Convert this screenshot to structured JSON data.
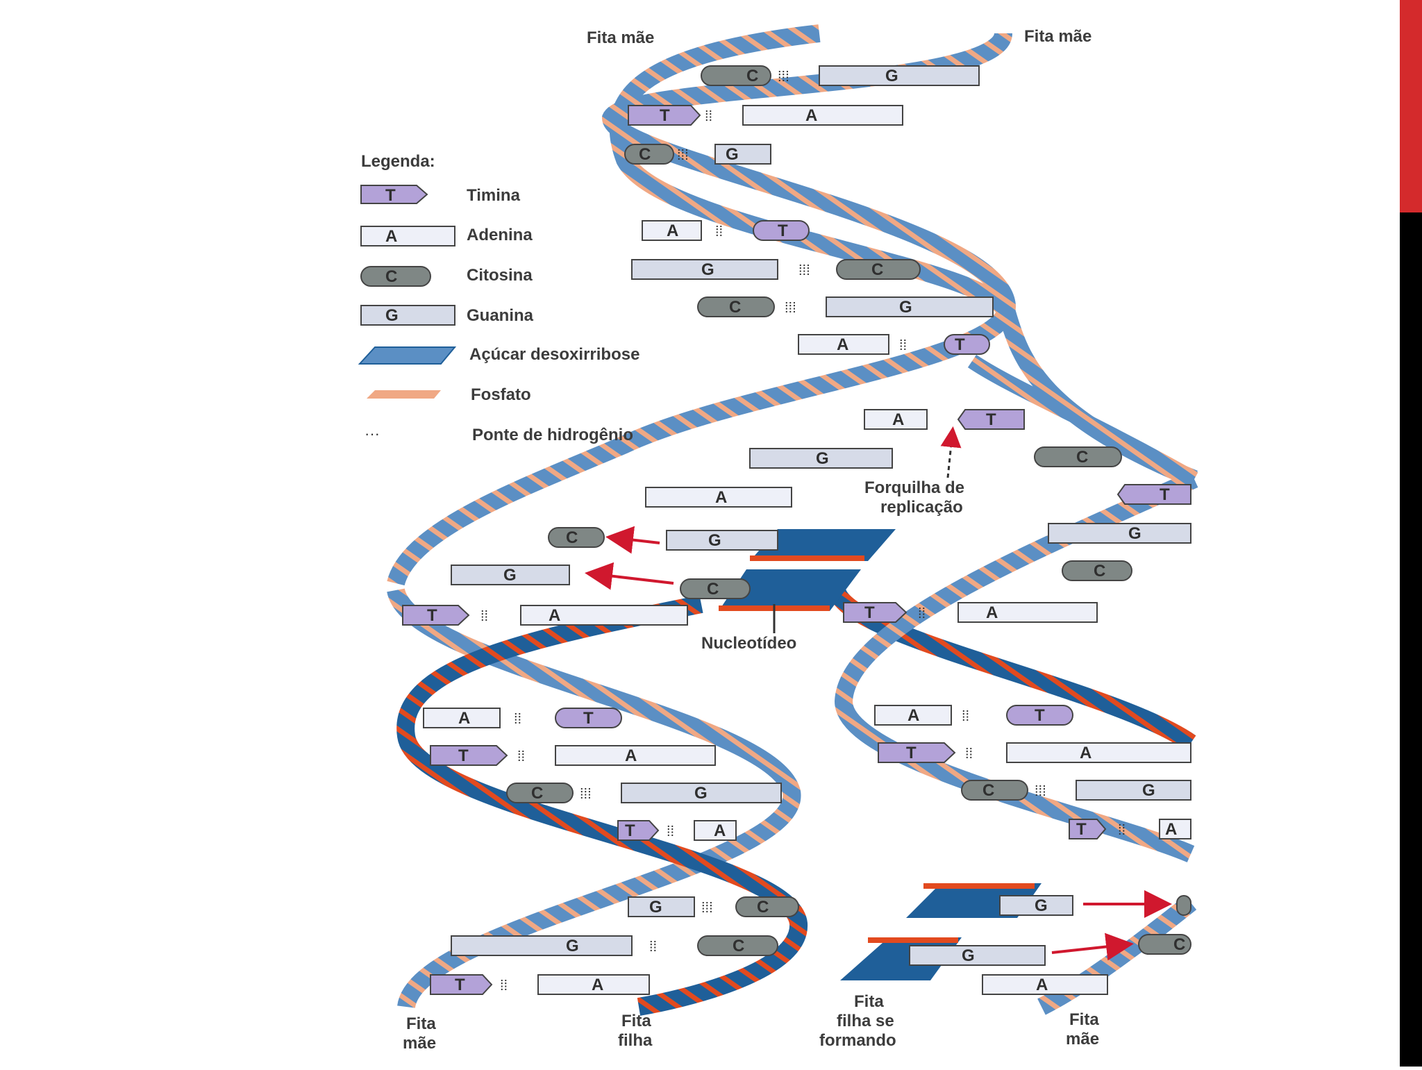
{
  "labels": {
    "fita_mae_top_left": "Fita mãe",
    "fita_mae_top_right": "Fita mãe",
    "forquilha_line1": "Forquilha de",
    "forquilha_line2": "replicação",
    "nucleotideo": "Nucleotídeo",
    "bottom_fita_mae_1a": "Fita",
    "bottom_fita_mae_1b": "mãe",
    "bottom_fita_filha_a": "Fita",
    "bottom_fita_filha_b": "filha",
    "bottom_formando_a": "Fita",
    "bottom_formando_b": "filha se",
    "bottom_formando_c": "formando",
    "bottom_fita_mae_2a": "Fita",
    "bottom_fita_mae_2b": "mãe"
  },
  "legend": {
    "title": "Legenda:",
    "items": [
      {
        "symbol": "T",
        "label": "Timina"
      },
      {
        "symbol": "A",
        "label": "Adenina"
      },
      {
        "symbol": "C",
        "label": "Citosina"
      },
      {
        "symbol": "G",
        "label": "Guanina"
      },
      {
        "symbol": "",
        "label": "Açúcar desoxirribose"
      },
      {
        "symbol": "",
        "label": "Fosfato"
      },
      {
        "symbol": "",
        "label": "Ponte de hidrogênio"
      }
    ]
  },
  "colors": {
    "thymine": "#b3a2d8",
    "adenine": "#eef0f8",
    "cytosine": "#7f8785",
    "guanine": "#d6dbe8",
    "sugar_parent": "#5b8fc4",
    "sugar_daughter": "#1f5f99",
    "phosphate_parent": "#f0a884",
    "phosphate_daughter": "#e24a1f",
    "arrow": "#d0182e",
    "accent_bar": "#d42a2c"
  }
}
